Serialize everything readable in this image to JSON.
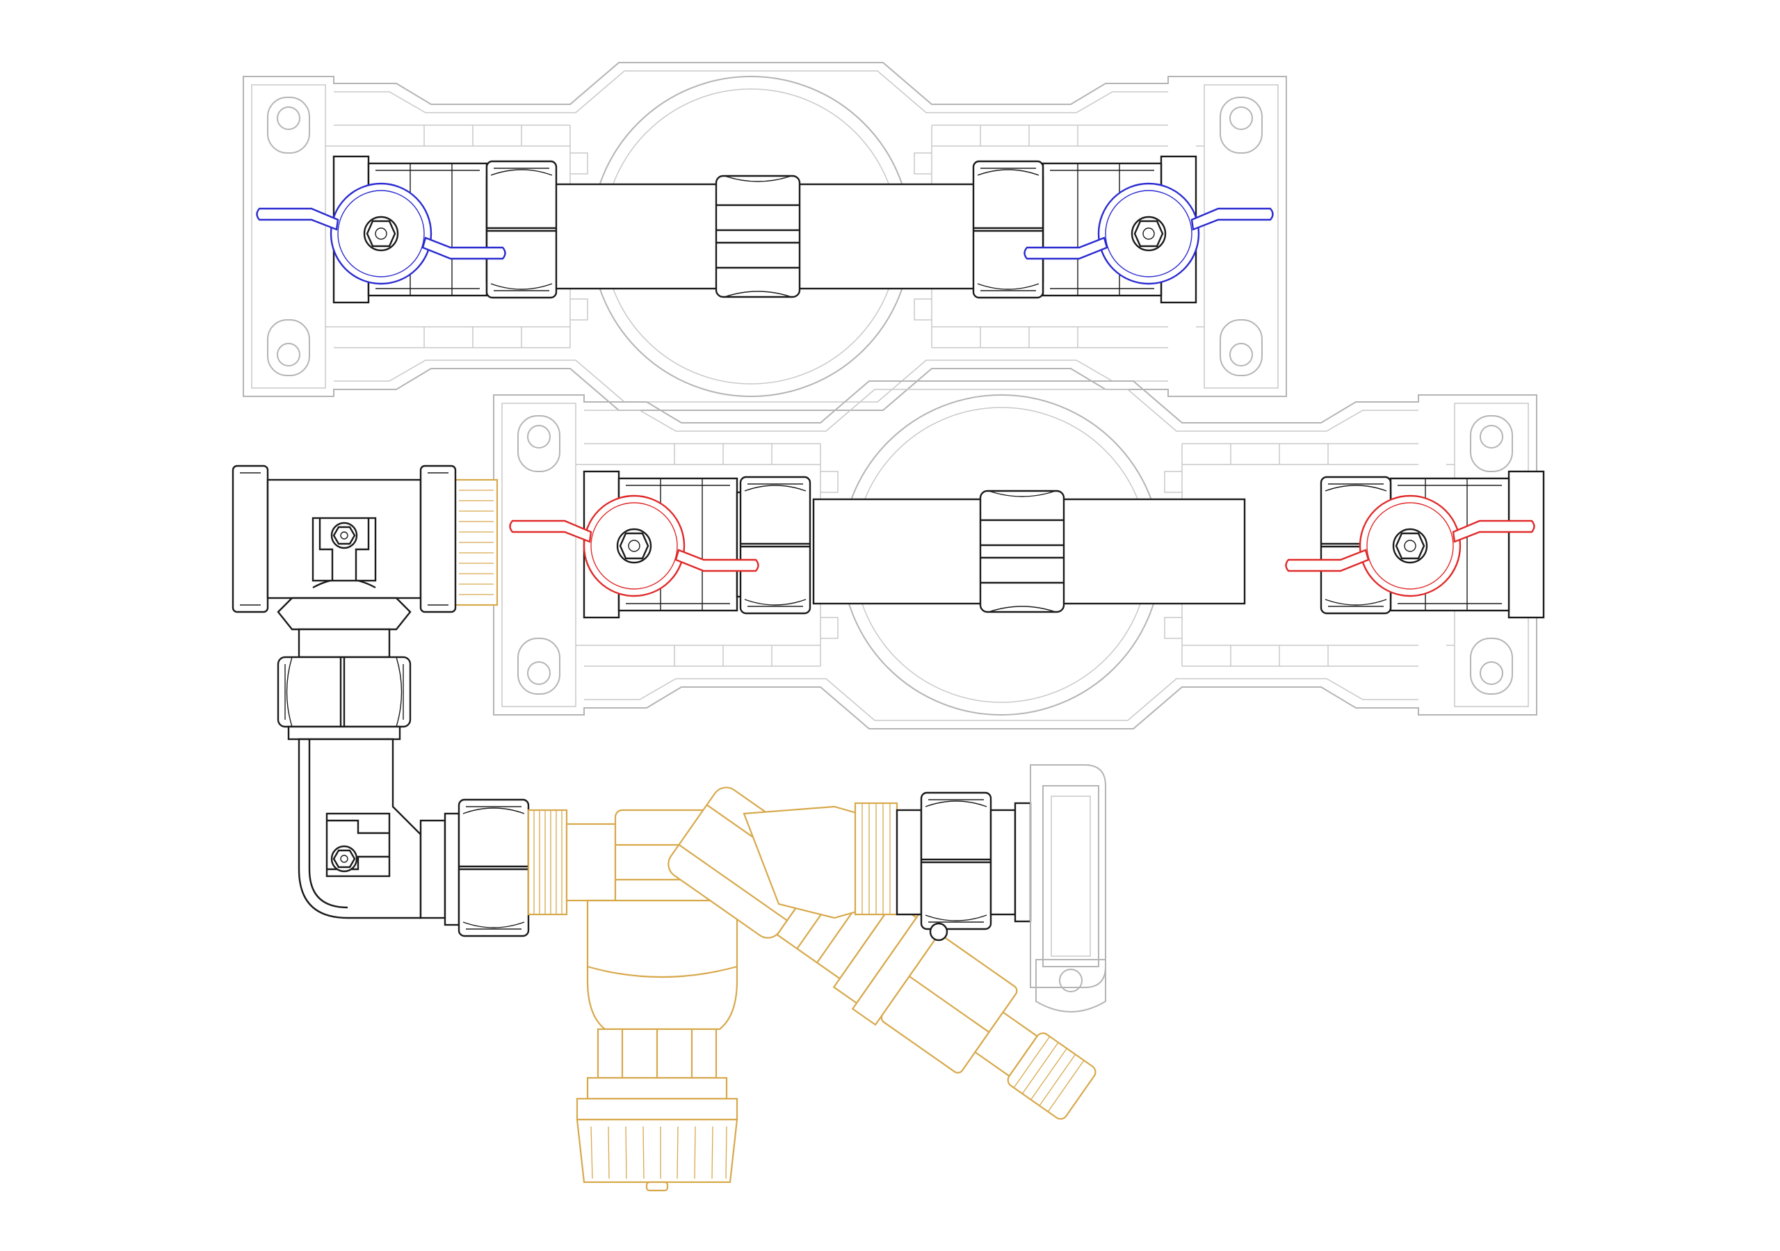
{
  "drawing": {
    "subject": "pipe-fitting-assembly",
    "colors": {
      "frame": "#b4b4b4",
      "fitting": "#1a1a1a",
      "cold_handle": "#2a2ad0",
      "hot_handle": "#e02a2a",
      "brass": "#d7a84a",
      "background": "#ffffff"
    },
    "components": [
      {
        "id": "upper-manifold-frame",
        "icon": "manifold-frame-icon"
      },
      {
        "id": "lower-manifold-frame",
        "icon": "manifold-frame-icon"
      },
      {
        "id": "cold-valve-left",
        "icon": "ball-valve-icon",
        "handle": "blue"
      },
      {
        "id": "cold-valve-right",
        "icon": "ball-valve-icon",
        "handle": "blue"
      },
      {
        "id": "hot-valve-left",
        "icon": "ball-valve-icon",
        "handle": "red"
      },
      {
        "id": "hot-valve-right",
        "icon": "ball-valve-icon",
        "handle": "red"
      },
      {
        "id": "tee-fitting",
        "icon": "tee-fitting-icon"
      },
      {
        "id": "elbow-fitting",
        "icon": "elbow-fitting-icon"
      },
      {
        "id": "compression-nuts",
        "icon": "hex-nut-icon"
      },
      {
        "id": "strainer-drain-valve",
        "icon": "y-strainer-icon"
      },
      {
        "id": "wall-bracket",
        "icon": "bracket-icon"
      }
    ]
  }
}
